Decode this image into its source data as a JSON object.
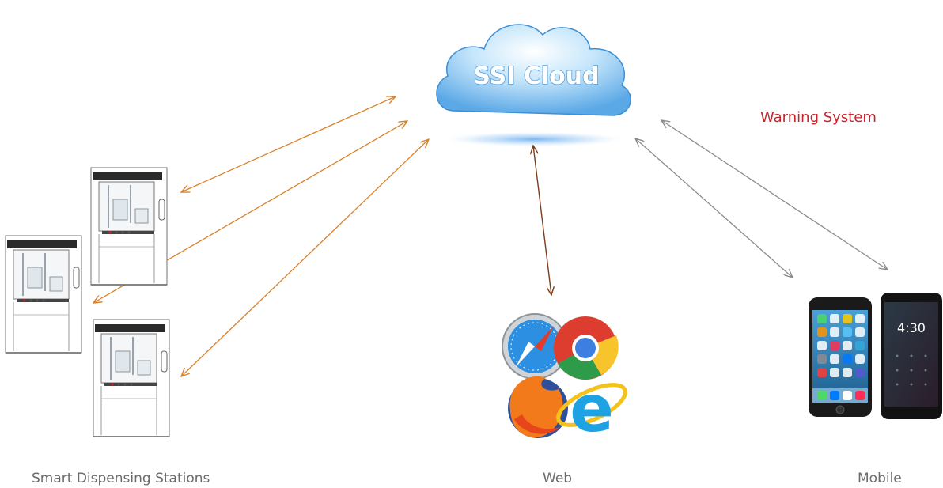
{
  "cloud": {
    "title": "SSI Cloud"
  },
  "warning": {
    "text": "Warning System",
    "color": "#c8242c"
  },
  "labels": {
    "stations": "Smart Dispensing Stations",
    "web": "Web",
    "mobile": "Mobile"
  },
  "mobile": {
    "android_time": "4:30"
  },
  "colors": {
    "station_arrows": "#d9822b",
    "web_arrow": "#7a3e1a",
    "mobile_arrows": "#8c8c8c",
    "label_text": "#6b6b6b"
  },
  "icons": [
    "cloud-icon",
    "dispensing-station-icon",
    "safari-icon",
    "chrome-icon",
    "firefox-icon",
    "internet-explorer-icon",
    "iphone-icon",
    "android-phone-icon"
  ]
}
